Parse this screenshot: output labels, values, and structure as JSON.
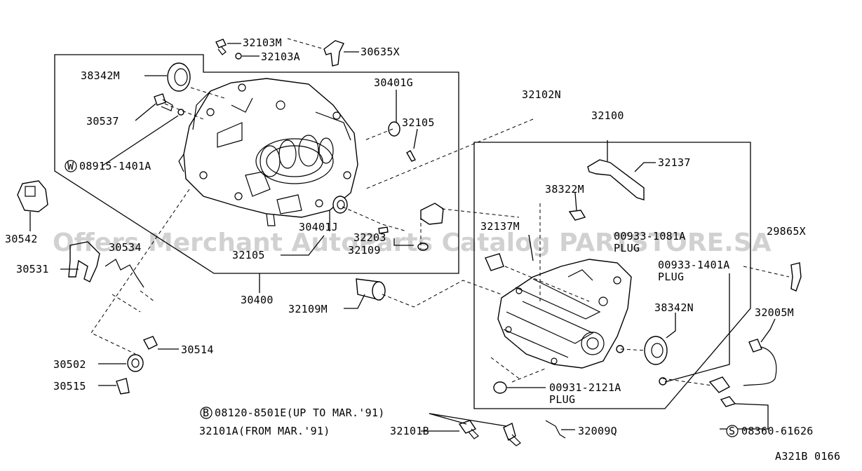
{
  "diagram_code": "A321B 0166",
  "watermark": "Offers Merchant AutoParts Catalog PARTSTORE.SA",
  "callouts": {
    "p32103M": "32103M",
    "p32103A": "32103A",
    "p30635X": "30635X",
    "p38342M": "38342M",
    "p30401G": "30401G",
    "p30537": "30537",
    "p32105_top": "32105",
    "p32102N": "32102N",
    "p32100": "32100",
    "p08915": "08915-1401A",
    "p08915_prefix": "W",
    "p32137": "32137",
    "p38322M": "38322M",
    "p30542": "30542",
    "p32137M": "32137M",
    "p00933_1081": "00933-1081A",
    "p29865X": "29865X",
    "p30401J": "30401J",
    "p32203": "32203",
    "p30534": "30534",
    "p32105_mid": "32105",
    "p32109": "32109",
    "plug1": "PLUG",
    "p00933_1401": "00933-1401A",
    "plug2": "PLUG",
    "p30531": "30531",
    "p30400": "30400",
    "p32109M": "32109M",
    "p38342N": "38342N",
    "p32005M": "32005M",
    "p30514": "30514",
    "p30502": "30502",
    "p30515": "30515",
    "p00931": "00931-2121A",
    "plug3": "PLUG",
    "p08120": "08120-8501E(UP TO MAR.'91)",
    "p08120_prefix": "B",
    "p32101A": "32101A(FROM MAR.'91)",
    "p32101B": "32101B",
    "p32009Q": "32009Q",
    "p08360": "08360-61626",
    "p08360_prefix": "S"
  }
}
